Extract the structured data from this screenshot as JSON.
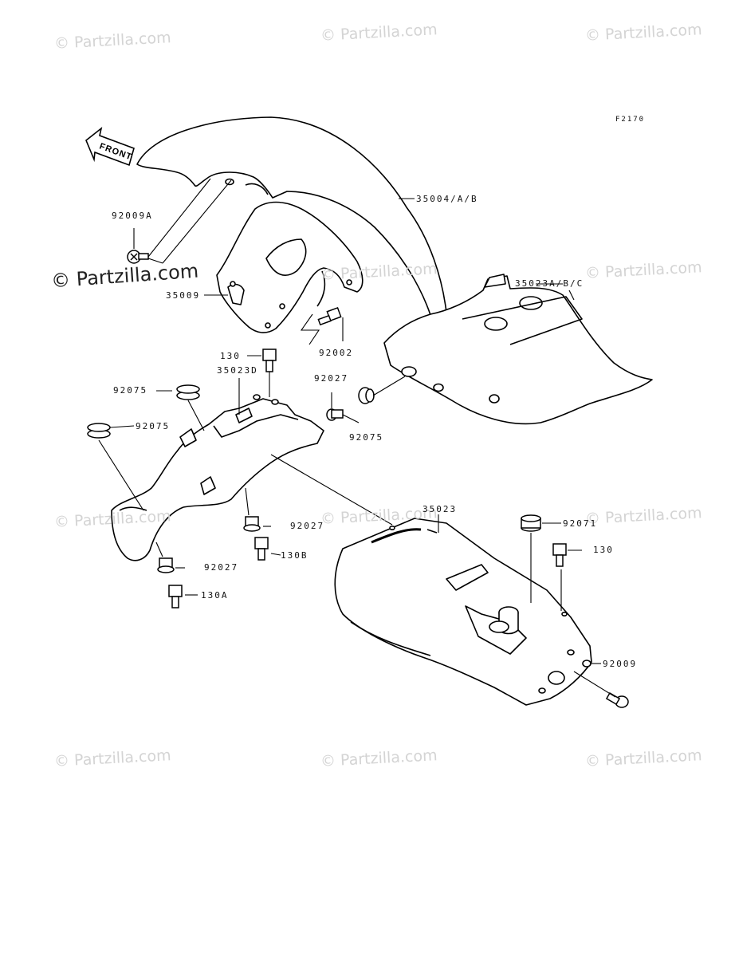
{
  "diagram": {
    "code": "F2170",
    "front_label": "FRONT",
    "parts": {
      "p35004": "35004/A/B",
      "p92009A": "92009A",
      "p35009": "35009",
      "p92002": "92002",
      "p130_top": "130",
      "p35023D": "35023D",
      "p92075_a": "92075",
      "p92075_b": "92075",
      "p92027_top": "92027",
      "p92075_c": "92075",
      "p35023ABC": "35023A/B/C",
      "p92027_mid": "92027",
      "p130B": "130B",
      "p92027_low": "92027",
      "p130A": "130A",
      "p35023": "35023",
      "p92071": "92071",
      "p130_right": "130",
      "p92009": "92009"
    }
  },
  "watermarks": {
    "main": "© Partzilla.com",
    "faint": "© Partzilla.com"
  }
}
